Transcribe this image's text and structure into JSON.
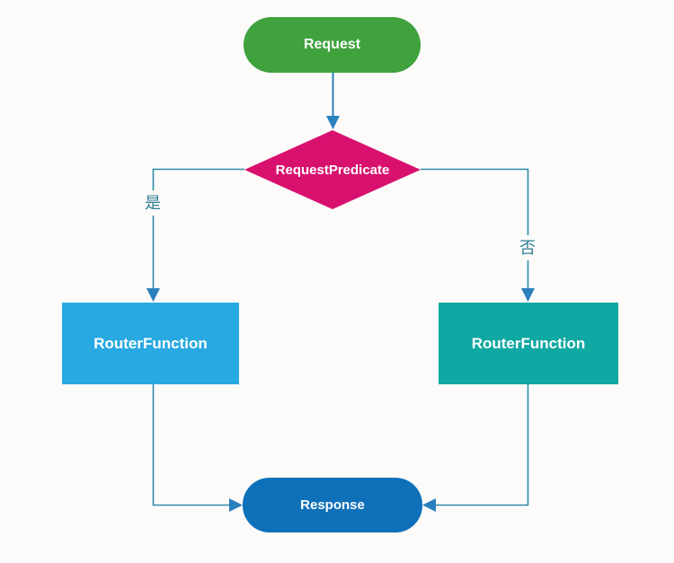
{
  "diagram": {
    "type": "flowchart",
    "nodes": {
      "request": {
        "label": "Request",
        "shape": "rounded-pill",
        "color": "#3FA23D"
      },
      "predicate": {
        "label": "RequestPredicate",
        "shape": "diamond",
        "color": "#D8116F"
      },
      "router_left": {
        "label": "RouterFunction",
        "shape": "rectangle",
        "color": "#29A9E1"
      },
      "router_right": {
        "label": "RouterFunction",
        "shape": "rectangle",
        "color": "#10A8A2"
      },
      "response": {
        "label": "Response",
        "shape": "rounded-pill",
        "color": "#0F70BA"
      }
    },
    "edges": {
      "request_to_predicate": {
        "from": "request",
        "to": "predicate",
        "label": ""
      },
      "predicate_to_router_left": {
        "from": "predicate",
        "to": "router_left",
        "label": "是"
      },
      "predicate_to_router_right": {
        "from": "predicate",
        "to": "router_right",
        "label": "否"
      },
      "router_left_to_response": {
        "from": "router_left",
        "to": "response",
        "label": ""
      },
      "router_right_to_response": {
        "from": "router_right",
        "to": "response",
        "label": ""
      }
    },
    "colors": {
      "background": "#FCFBFA",
      "connector_line": "#2F8CA8",
      "arrowhead": "#2B80BE",
      "edge_label_text": "#2C7E95",
      "node_text": "#FFFFFF"
    }
  }
}
